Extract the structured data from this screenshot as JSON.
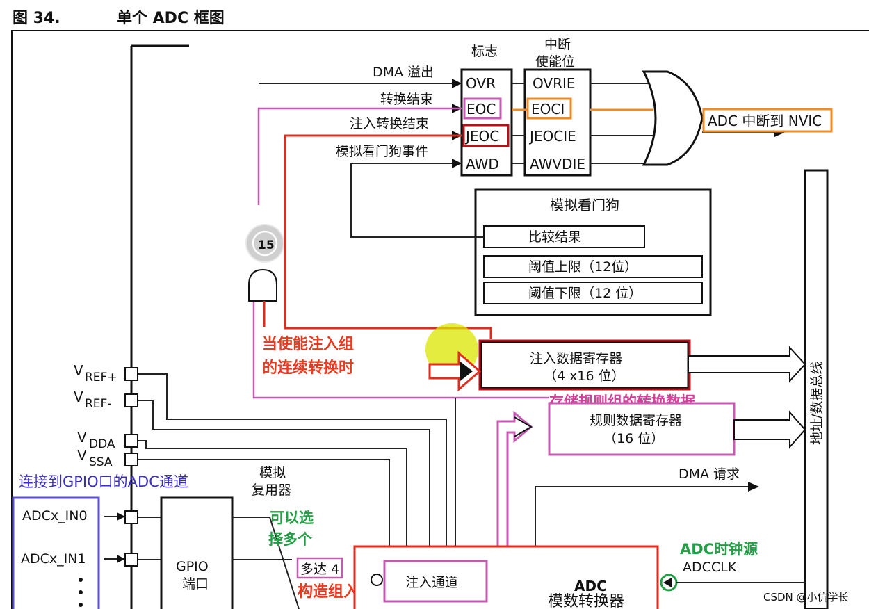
{
  "figure": {
    "number": "图 34.",
    "title": "单个 ADC 框图"
  },
  "flags": {
    "header": "标志",
    "items": [
      "OVR",
      "EOC",
      "JEOC",
      "AWD"
    ]
  },
  "interrupt_enables": {
    "header_line1": "中断",
    "header_line2": "使能位",
    "items": [
      "OVRIE",
      "EOCI",
      "JEOCIE",
      "AWVDIE"
    ]
  },
  "event_labels": {
    "dma_overrun": "DMA 溢出",
    "eoc": "转换结束",
    "jeoc": "注入转换结束",
    "awd": "模拟看门狗事件"
  },
  "nvic_label": "ADC 中断到 NVIC",
  "watchdog": {
    "title": "模拟看门狗",
    "compare_result": "比较结果",
    "high_threshold": "阈值上限（12位）",
    "low_threshold": "阈值下限（12 位）"
  },
  "replay_badge": "15",
  "annotations": {
    "injected_line1": "当使能注入组",
    "injected_line2": "的连续转换时",
    "regular_store": "存储规则组的转换数据",
    "gpio_channels": "连接到GPIO口的ADC通道",
    "selectable_line1": "可以选",
    "selectable_line2": "择多个",
    "build_group": "构造组入组",
    "clock_source": "ADC时钟源"
  },
  "injected_data_register": {
    "line1": "注入数据寄存器",
    "line2": "（4 x16 位）"
  },
  "regular_data_register": {
    "line1": "规则数据寄存器",
    "line2": "（16 位）"
  },
  "dma_request": "DMA 请求",
  "address_bus": "地址/数据总线",
  "power_pins": {
    "vref_plus": "V",
    "vref_plus_sub": "REF+",
    "vref_minus": "V",
    "vref_minus_sub": "REF-",
    "vdda": "V",
    "vdda_sub": "DDA",
    "vssa": "V",
    "vssa_sub": "SSA"
  },
  "inputs": [
    "ADCx_IN0",
    "ADCx_IN1"
  ],
  "gpio_port": {
    "line1": "GPIO",
    "line2": "端口"
  },
  "analog_mux": {
    "line1": "模拟",
    "line2": "复用器"
  },
  "up_to": "多达 4",
  "injected_channel": "注入通道",
  "adc_block": {
    "line1": "ADC",
    "line2": "模数转换器"
  },
  "adcclk": "ADCCLK",
  "watermark": "CSDN @小伉学长",
  "colors": {
    "red": "#e02c1c",
    "pink": "#c45bb0",
    "orange": "#f08a24",
    "blue": "#5a4fd0",
    "green": "#23a046",
    "highlight": "#dce600"
  }
}
